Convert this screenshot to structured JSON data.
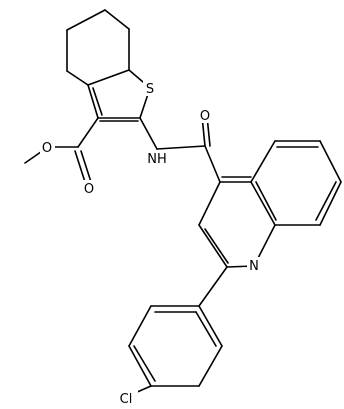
{
  "labels": {
    "S": "S",
    "O_carbonyl_ester": "O",
    "O_methoxy": "O",
    "O_amide": "O",
    "NH": "NH",
    "N_ring": "N",
    "Cl": "Cl"
  }
}
